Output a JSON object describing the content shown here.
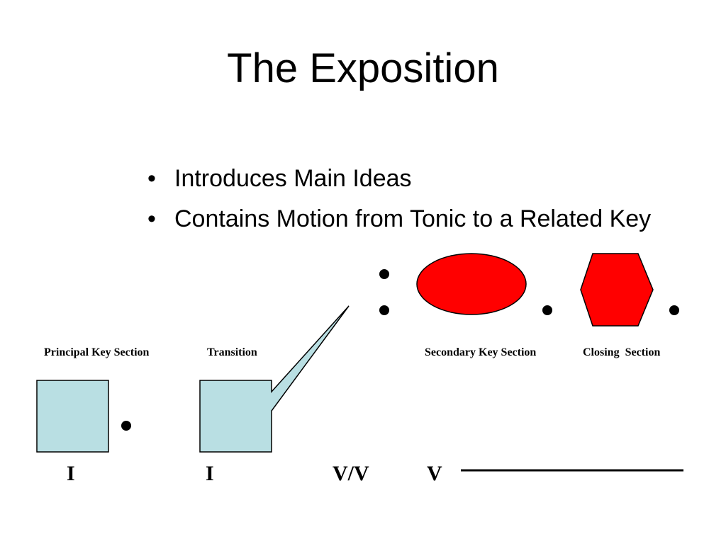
{
  "slide": {
    "title": "The Exposition",
    "bullets": [
      "Introduces Main Ideas",
      "Contains Motion from Tonic to a Related Key"
    ]
  },
  "diagram": {
    "section_labels": {
      "principal": "Principal Key Section",
      "transition": "Transition",
      "secondary": "Secondary Key Section",
      "closing": "Closing  Section"
    },
    "key_labels": {
      "principal": "I",
      "transition": "I",
      "dominant_of_dominant": "V/V",
      "dominant": "V"
    },
    "colors": {
      "square_fill": "#b9dfe3",
      "red_shape_fill": "#ff0000",
      "outline": "#000000"
    },
    "shape_names": [
      "square",
      "square",
      "callout",
      "oval",
      "hexagon",
      "dot",
      "line"
    ]
  }
}
